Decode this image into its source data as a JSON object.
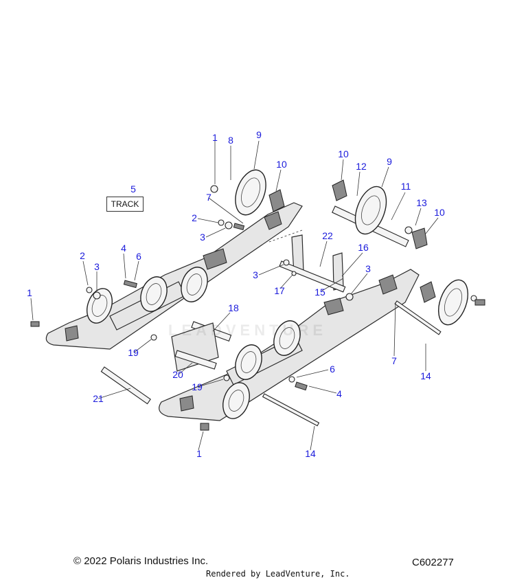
{
  "callouts": [
    {
      "id": "c1a",
      "label": "1"
    },
    {
      "id": "c8",
      "label": "8"
    },
    {
      "id": "c9a",
      "label": "9"
    },
    {
      "id": "c10a",
      "label": "10"
    },
    {
      "id": "c10b",
      "label": "10"
    },
    {
      "id": "c12",
      "label": "12"
    },
    {
      "id": "c9b",
      "label": "9"
    },
    {
      "id": "c11",
      "label": "11"
    },
    {
      "id": "c13",
      "label": "13"
    },
    {
      "id": "c10c",
      "label": "10"
    },
    {
      "id": "c5",
      "label": "5"
    },
    {
      "id": "c7a",
      "label": "7"
    },
    {
      "id": "c2a",
      "label": "2"
    },
    {
      "id": "c3a",
      "label": "3"
    },
    {
      "id": "c22",
      "label": "22"
    },
    {
      "id": "c16",
      "label": "16"
    },
    {
      "id": "c2b",
      "label": "2"
    },
    {
      "id": "c4a",
      "label": "4"
    },
    {
      "id": "c6a",
      "label": "6"
    },
    {
      "id": "c3b",
      "label": "3"
    },
    {
      "id": "c3c",
      "label": "3"
    },
    {
      "id": "c3d",
      "label": "3"
    },
    {
      "id": "c17",
      "label": "17"
    },
    {
      "id": "c15",
      "label": "15"
    },
    {
      "id": "c1b",
      "label": "1"
    },
    {
      "id": "c18",
      "label": "18"
    },
    {
      "id": "c19a",
      "label": "19"
    },
    {
      "id": "c20",
      "label": "20"
    },
    {
      "id": "c7b",
      "label": "7"
    },
    {
      "id": "c14a",
      "label": "14"
    },
    {
      "id": "c6b",
      "label": "6"
    },
    {
      "id": "c19b",
      "label": "19"
    },
    {
      "id": "c4b",
      "label": "4"
    },
    {
      "id": "c21",
      "label": "21"
    },
    {
      "id": "c1c",
      "label": "1"
    },
    {
      "id": "c14b",
      "label": "14"
    }
  ],
  "track_label": "TRACK",
  "watermark": "LEADVENTURE",
  "footer": {
    "copyright": "© 2022 Polaris Industries Inc.",
    "rendered_by": "Rendered by LeadVenture, Inc.",
    "ref_code": "C602277"
  }
}
